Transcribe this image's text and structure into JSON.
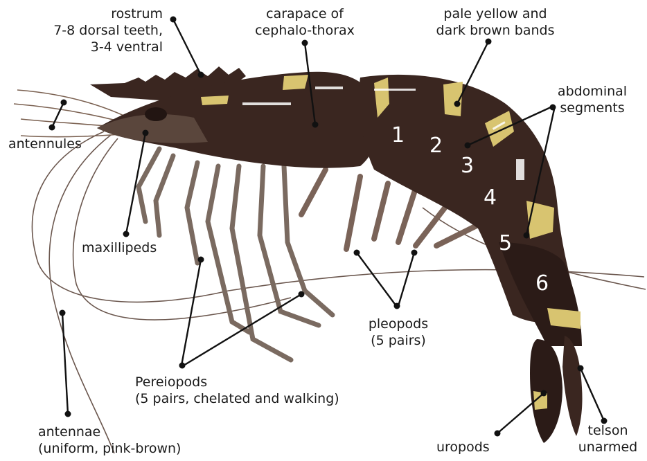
{
  "labels": {
    "rostrum": [
      "rostrum",
      "7-8 dorsal teeth,",
      "3-4 ventral"
    ],
    "carapace": [
      "carapace of",
      "cephalo-thorax"
    ],
    "bands": [
      "pale yellow and",
      "dark brown bands"
    ],
    "abdominal": [
      "abdominal",
      "segments"
    ],
    "antennules": "antennules",
    "maxillipeds": "maxillipeds",
    "pleopods": [
      "pleopods",
      "(5 pairs)"
    ],
    "pereiopods": [
      "Pereiopods",
      "(5 pairs, chelated and walking)"
    ],
    "antennae": [
      "antennae",
      "(uniform, pink-brown)"
    ],
    "uropods": "uropods",
    "telson": [
      "telson",
      "unarmed"
    ]
  },
  "segment_numbers": [
    "1",
    "2",
    "3",
    "4",
    "5",
    "6"
  ],
  "colors": {
    "body": "#3a2620",
    "body_dark": "#221512",
    "band": "#d8c470",
    "leg": "#7a6a60",
    "line": "#111111",
    "antenna": "#6b574e"
  }
}
